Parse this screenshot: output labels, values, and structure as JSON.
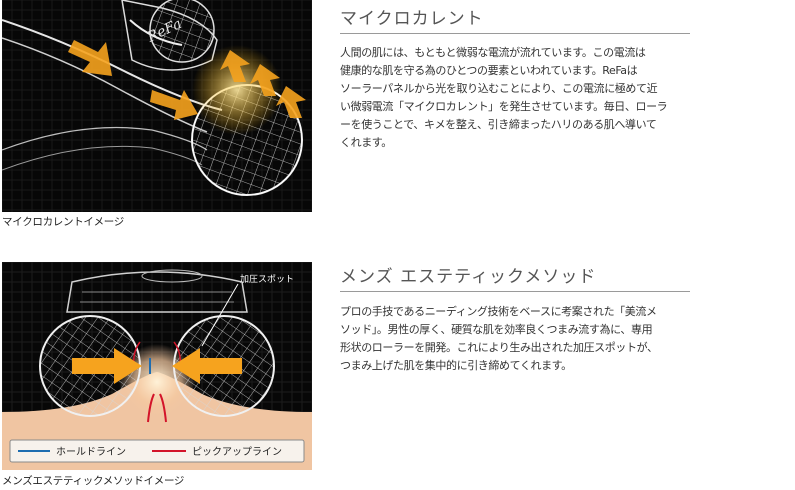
{
  "section1": {
    "heading": "マイクロカレント",
    "lines": [
      "人間の肌には、もともと微弱な電流が流れています。この電流は",
      "健康的な肌を守る為のひとつの要素といわれています。ReFaは",
      "ソーラーパネルから光を取り込むことにより、この電流に極めて近",
      "い微弱電流「マイクロカレント」を発生させています。毎日、ローラ",
      "ーを使うことで、キメを整え、引き締まったハリのある肌へ導いて",
      "くれます。"
    ],
    "caption": "マイクロカレントイメージ"
  },
  "section2": {
    "heading": "メンズ エステティックメソッド",
    "lines": [
      "プロの手技であるニーディング技術をベースに考案された「美流メ",
      "ソッド」。男性の厚く、硬質な肌を効率良くつまみ流す為に、専用",
      "形状のローラーを開発。これにより生み出された加圧スポットが、",
      "つまみ上げた肌を集中的に引き締めてくれます。"
    ],
    "caption": "メンズエステティックメソッドイメージ",
    "diagram": {
      "pressure_label": "加圧スポット",
      "legend_hold": "ホールドライン",
      "legend_pickup": "ピックアップライン"
    }
  },
  "colors": {
    "panel_bg": "#070707",
    "arrow": "#f6a31e",
    "hold_line": "#1e6db0",
    "pickup_line": "#d3142a",
    "skin": "#f0c5a2"
  }
}
